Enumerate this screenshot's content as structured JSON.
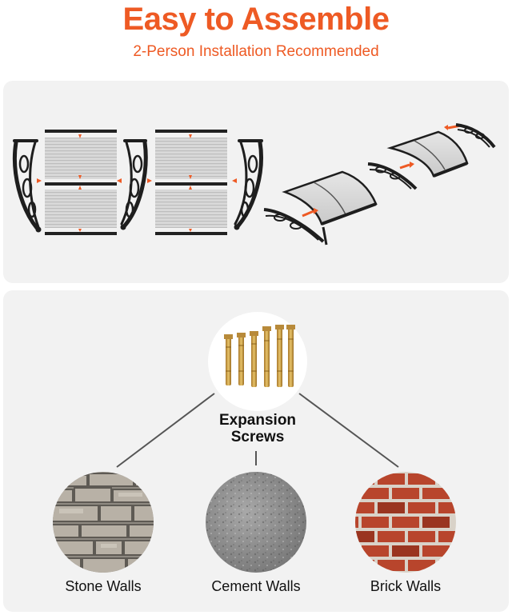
{
  "header": {
    "title": "Easy to Assemble",
    "subtitle": "2-Person Installation Recommended"
  },
  "screws": {
    "label": "Expansion Screws"
  },
  "walls": [
    {
      "label": "Stone Walls"
    },
    {
      "label": "Cement Walls"
    },
    {
      "label": "Brick Walls"
    }
  ],
  "colors": {
    "accent": "#ee5a24",
    "panel_bg": "#f2f2f2",
    "bracket": "#1e1e1e",
    "connector_line": "#555555"
  }
}
